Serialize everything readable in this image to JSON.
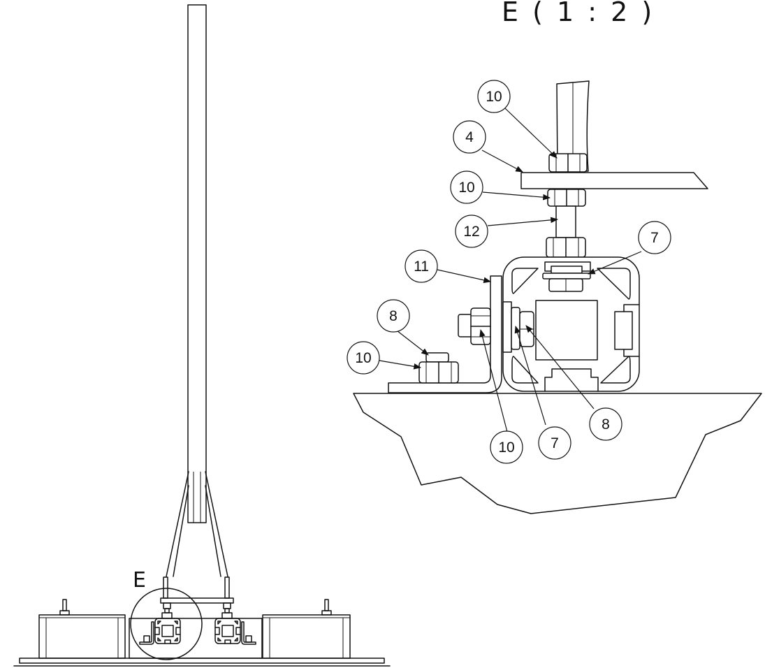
{
  "detail_view": {
    "title": "E ( 1 : 2 )",
    "reference_letter": "E"
  },
  "callouts": [
    {
      "label": "10"
    },
    {
      "label": "4"
    },
    {
      "label": "10"
    },
    {
      "label": "12"
    },
    {
      "label": "7"
    },
    {
      "label": "11"
    },
    {
      "label": "8"
    },
    {
      "label": "10"
    },
    {
      "label": "10"
    },
    {
      "label": "7"
    },
    {
      "label": "8"
    }
  ],
  "colors": {
    "line": "#111111",
    "background": "#ffffff"
  }
}
